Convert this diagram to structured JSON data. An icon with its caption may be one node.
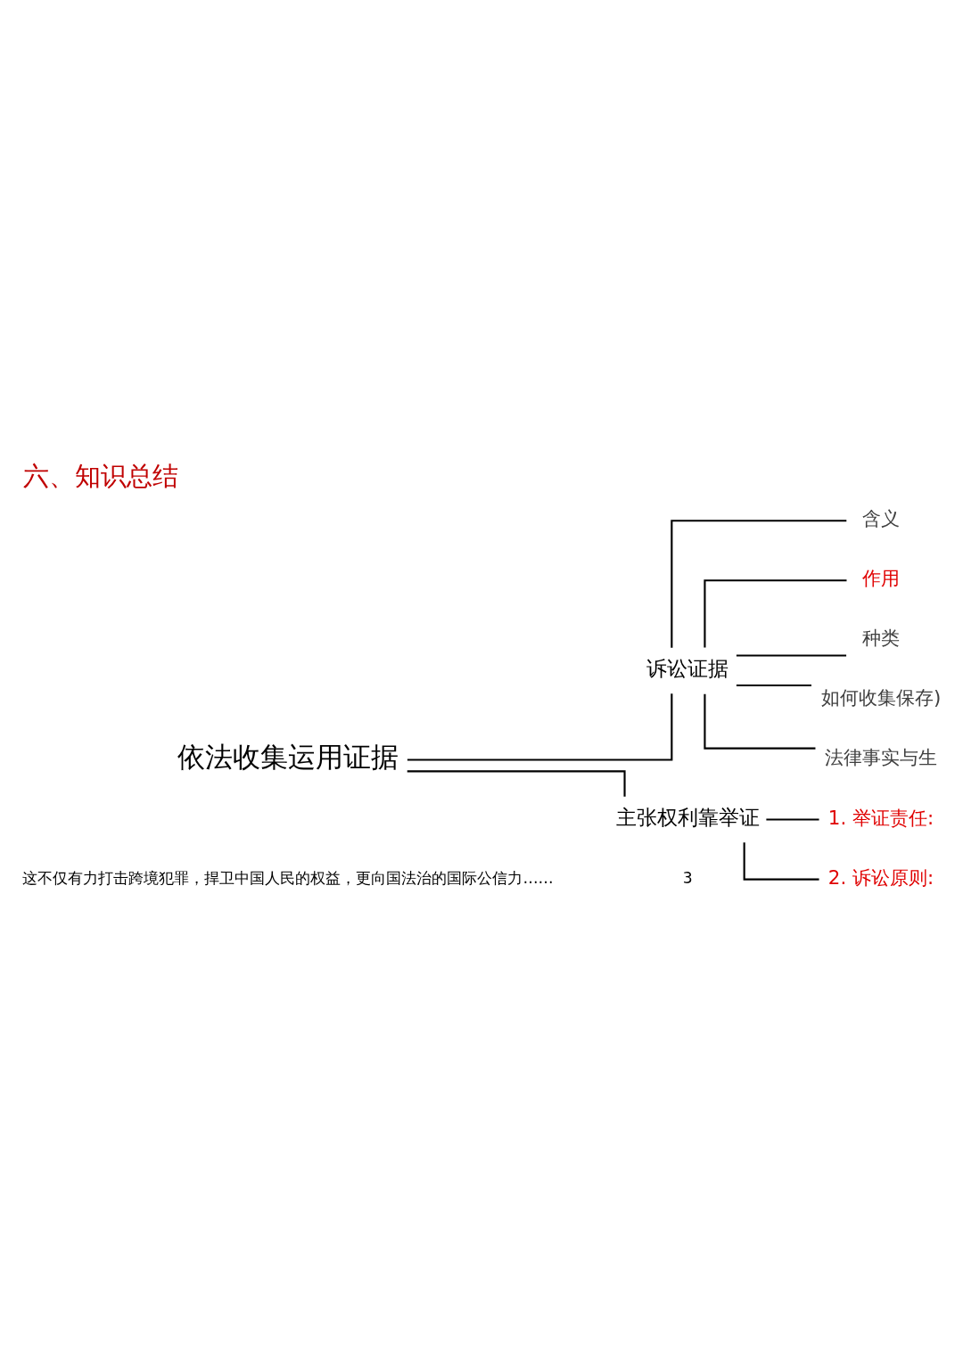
{
  "diagram": {
    "title": "六、知识总结",
    "nodes": [
      {
        "text": [
          "依法收集运用证据"
        ]
      },
      {
        "text": [
          "诉讼证据"
        ]
      },
      {
        "text": [
          "含义"
        ]
      },
      {
        "text": [
          "作用"
        ]
      },
      {
        "text": [
          "种类"
        ]
      },
      {
        "text": [
          "如何收集保存)"
        ]
      },
      {
        "text": [
          "法律事实与生"
        ]
      },
      {
        "text": [
          "主张权利靠举证"
        ]
      },
      {
        "text": [
          "1. 举证责任:"
        ]
      },
      {
        "text": [
          "2. 诉讼原则:"
        ]
      }
    ],
    "edges": [
      {
        "from": 0,
        "to": 1,
        "arrow": "none"
      },
      {
        "from": 0,
        "to": 7,
        "arrow": "none"
      },
      {
        "from": 1,
        "to": 2,
        "arrow": "none"
      },
      {
        "from": 1,
        "to": 3,
        "arrow": "none"
      },
      {
        "from": 1,
        "to": 4,
        "arrow": "none"
      },
      {
        "from": 1,
        "to": 5,
        "arrow": "none"
      },
      {
        "from": 1,
        "to": 6,
        "arrow": "none"
      },
      {
        "from": 7,
        "to": 8,
        "arrow": "none"
      },
      {
        "from": 7,
        "to": 9,
        "arrow": "none"
      }
    ],
    "labels": [
      "这不仅有力打击跨境犯罪，捍卫中国人民的权益，更向国法治的国际公信力……",
      "3"
    ]
  }
}
